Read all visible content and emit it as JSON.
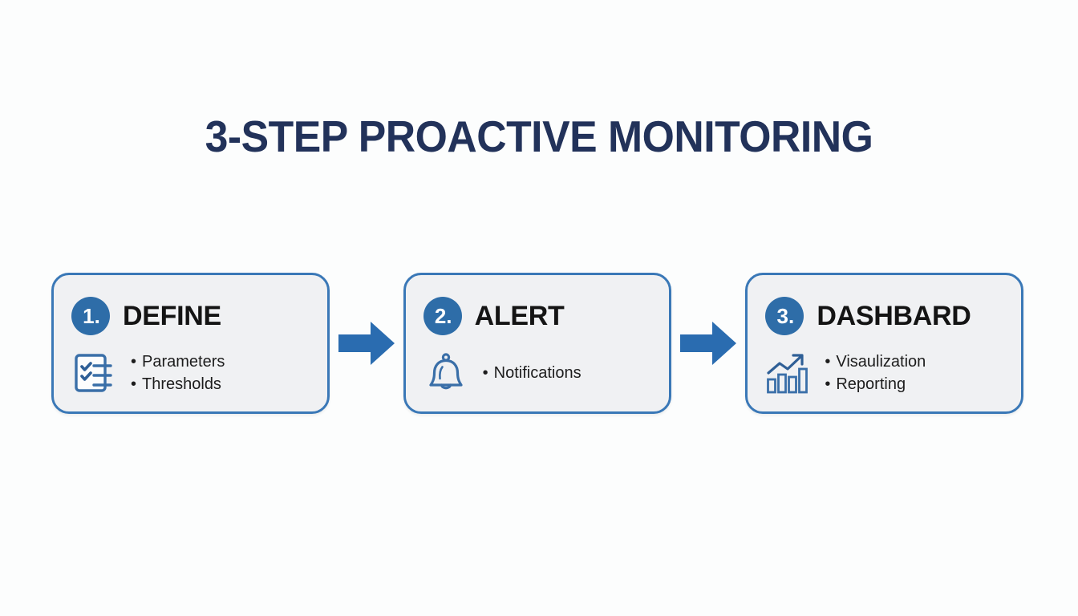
{
  "page": {
    "title": "3-STEP PROACTIVE MONITORING",
    "background_color": "#fcfdfd",
    "title_color": "#22325a",
    "accent_color": "#2e6da8",
    "card_border_color": "#3a78b7",
    "card_background_color": "#f0f1f3"
  },
  "steps": [
    {
      "number": "1.",
      "title": "DEFINE",
      "icon": "checklist-clipboard-icon",
      "bullets": [
        "Parameters",
        "Thresholds"
      ]
    },
    {
      "number": "2.",
      "title": "ALERT",
      "icon": "bell-icon",
      "bullets": [
        "Notifications"
      ]
    },
    {
      "number": "3.",
      "title": "DASHBARD",
      "icon": "bar-chart-growth-icon",
      "bullets": [
        "Visaulization",
        "Reporting"
      ]
    }
  ],
  "connectors": [
    {
      "name": "arrow-1",
      "direction": "right",
      "color": "#2a6cb0"
    },
    {
      "name": "arrow-2",
      "direction": "right",
      "color": "#2a6cb0"
    }
  ]
}
